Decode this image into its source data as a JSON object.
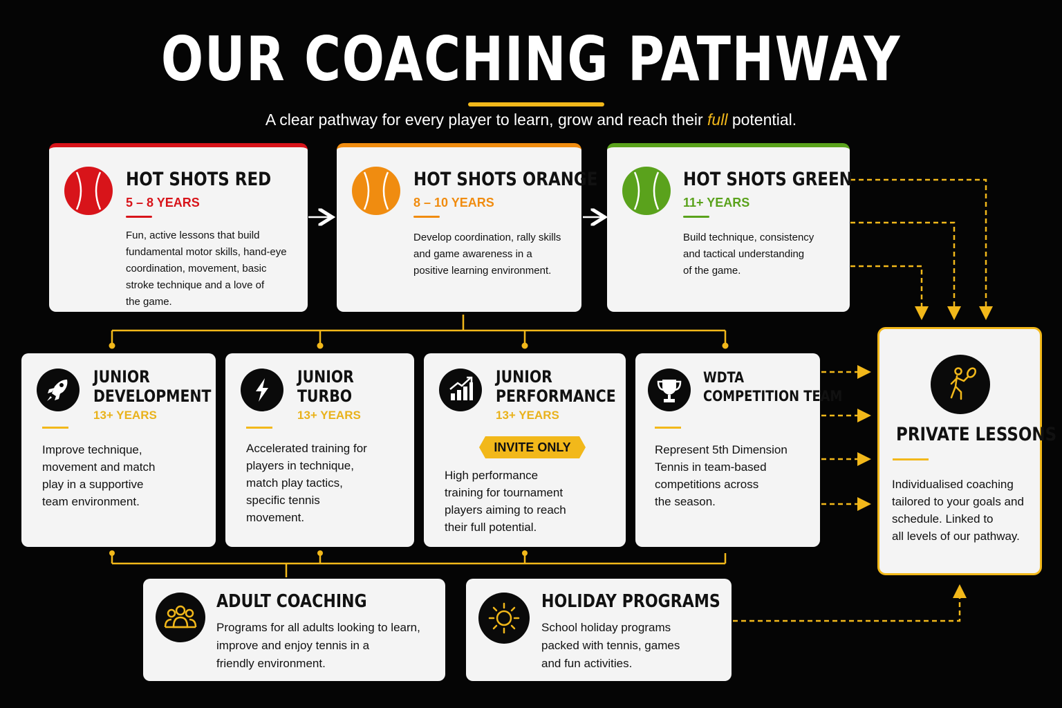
{
  "title": "OUR COACHING PATHWAY",
  "subtitle": {
    "before": "A clear pathway for every player to learn, grow and reach their ",
    "emphasis": "full",
    "after": " potential."
  },
  "colors": {
    "red": "#d8141a",
    "orange": "#f08c10",
    "green": "#5aa21c",
    "gold": "#f2b81a",
    "card": "#f4f4f4",
    "background": "#050505"
  },
  "hot_shots": [
    {
      "name": "HOT SHOTS RED",
      "age": "5 – 8 YEARS",
      "color": "#d8141a",
      "icon": "tennis-ball-red-icon",
      "description": [
        "Fun, active lessons that build",
        "fundamental motor skills, hand-eye",
        "coordination, movement, basic",
        "stroke technique and a love of",
        "the game."
      ]
    },
    {
      "name": "HOT SHOTS ORANGE",
      "age": "8 – 10 YEARS",
      "color": "#f08c10",
      "icon": "tennis-ball-orange-icon",
      "description": [
        "Develop coordination, rally skills",
        "and game awareness in a",
        "positive learning environment."
      ]
    },
    {
      "name": "HOT SHOTS GREEN",
      "age": "11+ YEARS",
      "color": "#5aa21c",
      "icon": "tennis-ball-green-icon",
      "description": [
        "Build technique, consistency",
        "and tactical understanding",
        "of the game."
      ]
    }
  ],
  "juniors": [
    {
      "name": [
        "JUNIOR",
        "DEVELOPMENT"
      ],
      "age": "13+ YEARS",
      "icon": "rocket-icon",
      "description": [
        "Improve technique,",
        "movement and match",
        "play in a supportive",
        "team environment."
      ]
    },
    {
      "name": [
        "JUNIOR",
        "TURBO"
      ],
      "age": "13+ YEARS",
      "icon": "lightning-icon",
      "description": [
        "Accelerated training for",
        "players in technique,",
        "match play tactics,",
        "specific tennis",
        "movement."
      ]
    },
    {
      "name": [
        "JUNIOR",
        "PERFORMANCE"
      ],
      "age": "13+ YEARS",
      "badge": "INVITE ONLY",
      "icon": "growth-chart-icon",
      "description": [
        "High performance",
        "training for tournament",
        "players aiming to reach",
        "their full potential."
      ]
    },
    {
      "name": [
        "WDTA",
        "COMPETITION TEAM"
      ],
      "age": "",
      "icon": "trophy-icon",
      "description": [
        "Represent 5th Dimension",
        "Tennis in team-based",
        "competitions across",
        "the season."
      ]
    }
  ],
  "private": {
    "name": "PRIVATE LESSONS",
    "icon": "tennis-player-icon",
    "description": [
      "Individualised coaching",
      "tailored to your goals and",
      "schedule. Linked to",
      "all levels of our pathway."
    ]
  },
  "bottom": [
    {
      "name": "ADULT COACHING",
      "icon": "group-icon",
      "description": [
        "Programs for all adults looking to learn,",
        "improve and enjoy tennis in a",
        "friendly environment."
      ]
    },
    {
      "name": "HOLIDAY PROGRAMS",
      "icon": "sun-icon",
      "description": [
        "School holiday programs",
        "packed with tennis, games",
        "and fun activities."
      ]
    }
  ]
}
